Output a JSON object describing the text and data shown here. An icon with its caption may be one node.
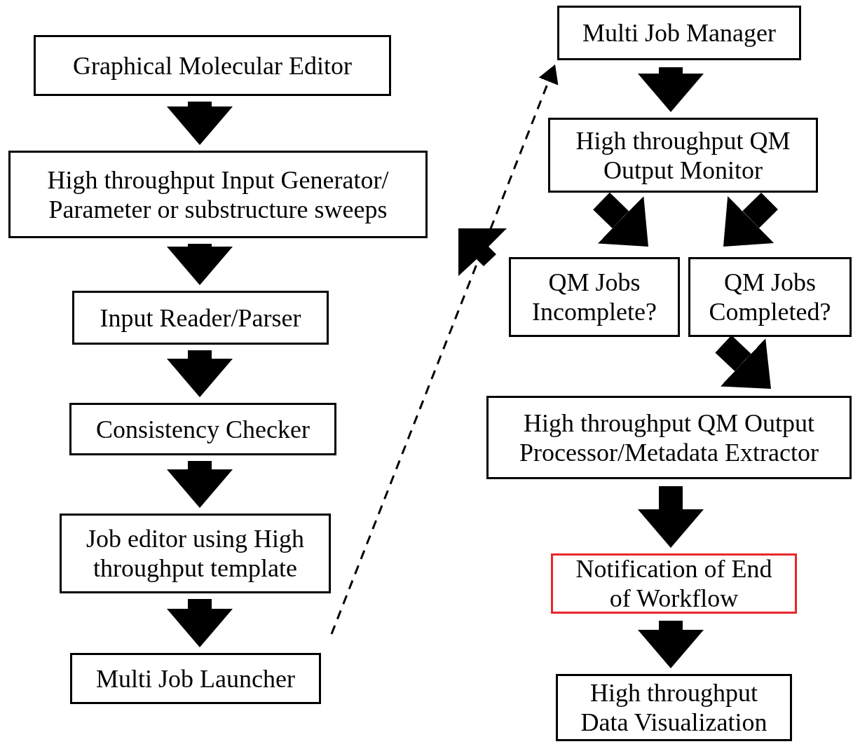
{
  "diagram": {
    "nodes": [
      {
        "text": [
          "Graphical Molecular Editor"
        ]
      },
      {
        "text": [
          "High throughput Input Generator/ Parameter or substructure sweeps"
        ]
      },
      {
        "text": [
          "Input Reader/Parser"
        ]
      },
      {
        "text": [
          "Consistency Checker"
        ]
      },
      {
        "text": [
          "Job editor using High throughput template"
        ]
      },
      {
        "text": [
          "Multi Job Launcher"
        ]
      },
      {
        "text": [
          "Multi Job Manager"
        ]
      },
      {
        "text": [
          "High throughput QM Output Monitor"
        ]
      },
      {
        "text": [
          "QM Jobs Incomplete?"
        ]
      },
      {
        "text": [
          "QM Jobs Completed?"
        ]
      },
      {
        "text": [
          "High throughput QM Output Processor/Metadata Extractor"
        ]
      },
      {
        "text": [
          "Notification of End of Workflow"
        ]
      },
      {
        "text": [
          "High throughput Data Visualization"
        ]
      }
    ],
    "edges": [
      {
        "from": 0,
        "to": 1,
        "arrow": "to"
      },
      {
        "from": 1,
        "to": 2,
        "arrow": "to"
      },
      {
        "from": 2,
        "to": 3,
        "arrow": "to"
      },
      {
        "from": 3,
        "to": 4,
        "arrow": "to"
      },
      {
        "from": 4,
        "to": 5,
        "arrow": "to"
      },
      {
        "from": 5,
        "to": 6,
        "arrow": "to",
        "style": "dashed"
      },
      {
        "from": 6,
        "to": 7,
        "arrow": "to"
      },
      {
        "from": 7,
        "to": 8,
        "arrow": "to"
      },
      {
        "from": 7,
        "to": 9,
        "arrow": "to"
      },
      {
        "from": 9,
        "to": 10,
        "arrow": "to"
      },
      {
        "from": 10,
        "to": 11,
        "arrow": "to"
      },
      {
        "from": 11,
        "to": 12,
        "arrow": "to"
      }
    ]
  }
}
